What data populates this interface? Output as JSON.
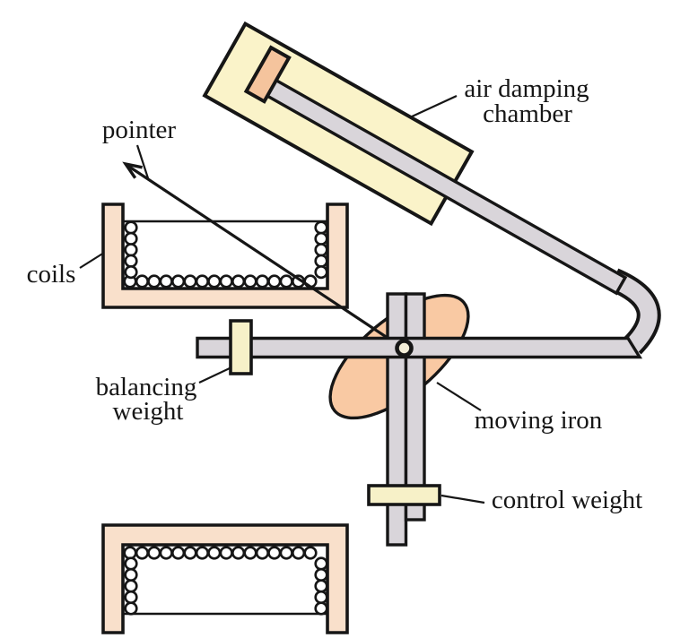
{
  "labels": {
    "pointer": "pointer",
    "coils": "coils",
    "air_damping_chamber": {
      "line1": "air damping",
      "line2": "chamber"
    },
    "balancing_weight": {
      "line1": "balancing",
      "line2": "weight"
    },
    "moving_iron": "moving iron",
    "control_weight": "control weight"
  },
  "colors": {
    "chamber": "#FAF3C9",
    "piston": "#F5C49D",
    "rod": "#D9D5DA",
    "coil_frame": "#F9E0CB",
    "iron": "#F9C9A3",
    "weight": "#F7F1C8",
    "pivot": "#F3EED8",
    "outline": "#161616",
    "background": "#FFFFFF"
  }
}
